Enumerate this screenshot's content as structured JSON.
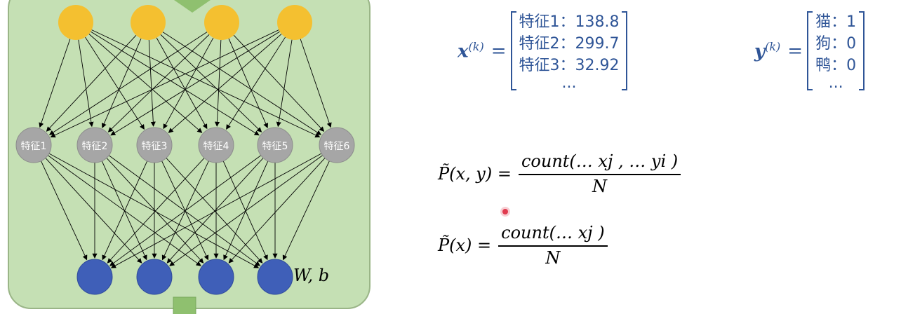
{
  "network": {
    "top_layer_count": 4,
    "feature_labels": [
      "特征1",
      "特征2",
      "特征3",
      "特征4",
      "特征5",
      "特征6"
    ],
    "output_layer_count": 4,
    "params_label": "W, b",
    "colors": {
      "panel": "#c5e0b4",
      "panel_border": "#9ab587",
      "top_node": "#f4c030",
      "feature_node": "#a6a6a6",
      "output_node": "#3f5fb8",
      "arrow": "#8fc06f"
    }
  },
  "x_vector": {
    "symbol": "x",
    "superscript": "(k)",
    "equals": "=",
    "rows": [
      "特征1：138.8",
      "特征2：299.7",
      "特征3：32.92"
    ],
    "ellipsis": "..."
  },
  "y_vector": {
    "symbol": "y",
    "superscript": "(k)",
    "equals": "=",
    "rows": [
      "猫：1",
      "狗：0",
      "鸭：0"
    ],
    "ellipsis": "..."
  },
  "formula_joint": {
    "lhs": "P̃(x, y) =",
    "numerator": "count(… xj , … yi )",
    "denominator": "N"
  },
  "formula_marginal": {
    "lhs": "P̃(x) =",
    "numerator": "count(… xj )",
    "denominator": "N"
  }
}
